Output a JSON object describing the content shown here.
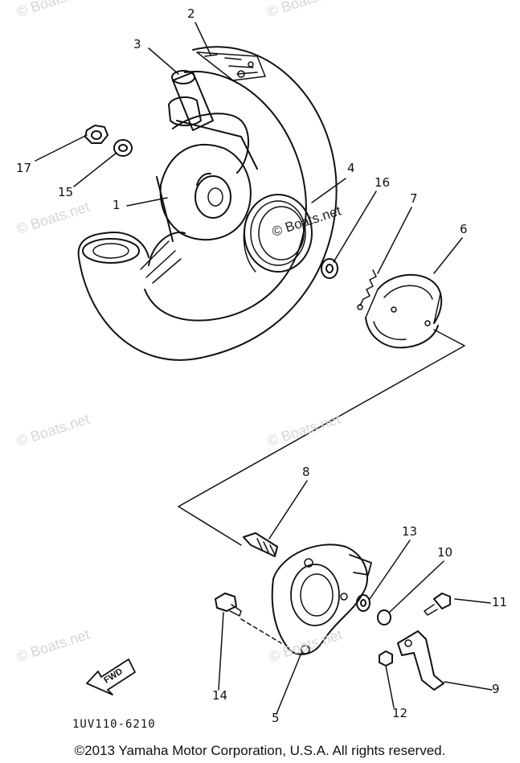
{
  "diagram": {
    "parts": [
      {
        "id": "p1",
        "number": "1"
      },
      {
        "id": "p2",
        "number": "2"
      },
      {
        "id": "p3",
        "number": "3"
      },
      {
        "id": "p4",
        "number": "4"
      },
      {
        "id": "p5",
        "number": "5"
      },
      {
        "id": "p6",
        "number": "6"
      },
      {
        "id": "p7",
        "number": "7"
      },
      {
        "id": "p8",
        "number": "8"
      },
      {
        "id": "p9",
        "number": "9"
      },
      {
        "id": "p10",
        "number": "10"
      },
      {
        "id": "p11",
        "number": "11"
      },
      {
        "id": "p12",
        "number": "12"
      },
      {
        "id": "p13",
        "number": "13"
      },
      {
        "id": "p14",
        "number": "14"
      },
      {
        "id": "p15",
        "number": "15"
      },
      {
        "id": "p16",
        "number": "16"
      },
      {
        "id": "p17",
        "number": "17"
      }
    ],
    "direction_label": "FWD",
    "drawing_code": "1UV110-6210",
    "copyright": "©2013 Yamaha Motor Corporation, U.S.A. All rights reserved.",
    "watermark": "© Boats.net",
    "watermark_inline": "© Boats.net"
  },
  "colors": {
    "ink": "#111111",
    "watermark": "#d6d6d6"
  }
}
